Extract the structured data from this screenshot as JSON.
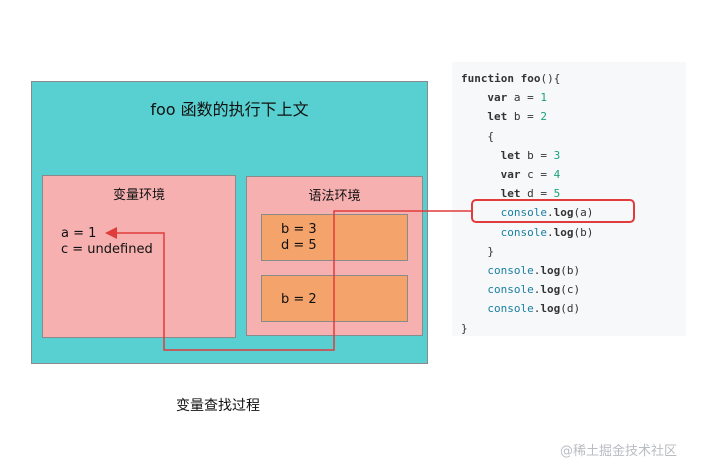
{
  "context": {
    "title": "foo 函数的执行下上文"
  },
  "variable_env": {
    "title": "变量环境",
    "lines": [
      "a = 1",
      "c = undefined"
    ]
  },
  "lexical_env": {
    "title": "语法环境",
    "blocks": [
      {
        "lines": [
          "b = 3",
          "d = 5"
        ]
      },
      {
        "lines": [
          "b = 2"
        ]
      }
    ]
  },
  "code": {
    "lines": [
      {
        "indent": 0,
        "parts": [
          {
            "t": "kw",
            "v": "function "
          },
          {
            "t": "kw",
            "v": "foo"
          },
          {
            "t": "plain",
            "v": "(){"
          }
        ]
      },
      {
        "indent": 2,
        "parts": [
          {
            "t": "kw",
            "v": "var "
          },
          {
            "t": "plain",
            "v": "a = "
          },
          {
            "t": "num",
            "v": "1"
          }
        ]
      },
      {
        "indent": 2,
        "parts": [
          {
            "t": "kw",
            "v": "let "
          },
          {
            "t": "plain",
            "v": "b = "
          },
          {
            "t": "num",
            "v": "2"
          }
        ]
      },
      {
        "indent": 2,
        "parts": [
          {
            "t": "plain",
            "v": "{"
          }
        ]
      },
      {
        "indent": 3,
        "parts": [
          {
            "t": "kw",
            "v": "let "
          },
          {
            "t": "plain",
            "v": "b = "
          },
          {
            "t": "num",
            "v": "3"
          }
        ]
      },
      {
        "indent": 3,
        "parts": [
          {
            "t": "kw",
            "v": "var "
          },
          {
            "t": "plain",
            "v": "c = "
          },
          {
            "t": "num",
            "v": "4"
          }
        ]
      },
      {
        "indent": 3,
        "parts": [
          {
            "t": "kw",
            "v": "let "
          },
          {
            "t": "plain",
            "v": "d = "
          },
          {
            "t": "num",
            "v": "5"
          }
        ]
      },
      {
        "indent": 3,
        "parts": [
          {
            "t": "fn",
            "v": "console"
          },
          {
            "t": "plain",
            "v": "."
          },
          {
            "t": "method",
            "v": "log"
          },
          {
            "t": "plain",
            "v": "(a)"
          }
        ]
      },
      {
        "indent": 3,
        "parts": [
          {
            "t": "fn",
            "v": "console"
          },
          {
            "t": "plain",
            "v": "."
          },
          {
            "t": "method",
            "v": "log"
          },
          {
            "t": "plain",
            "v": "(b)"
          }
        ]
      },
      {
        "indent": 2,
        "parts": [
          {
            "t": "plain",
            "v": "}"
          }
        ]
      },
      {
        "indent": 2,
        "parts": [
          {
            "t": "fn",
            "v": "console"
          },
          {
            "t": "plain",
            "v": "."
          },
          {
            "t": "method",
            "v": "log"
          },
          {
            "t": "plain",
            "v": "(b)"
          }
        ]
      },
      {
        "indent": 2,
        "parts": [
          {
            "t": "fn",
            "v": "console"
          },
          {
            "t": "plain",
            "v": "."
          },
          {
            "t": "method",
            "v": "log"
          },
          {
            "t": "plain",
            "v": "(c)"
          }
        ]
      },
      {
        "indent": 2,
        "parts": [
          {
            "t": "fn",
            "v": "console"
          },
          {
            "t": "plain",
            "v": "."
          },
          {
            "t": "method",
            "v": "log"
          },
          {
            "t": "plain",
            "v": "(d)"
          }
        ]
      },
      {
        "indent": 0,
        "parts": [
          {
            "t": "plain",
            "v": "}"
          }
        ]
      }
    ],
    "highlighted_line": 7
  },
  "caption": "变量查找过程",
  "watermark": "@稀土掘金技术社区",
  "colors": {
    "context_bg": "#58cfd0",
    "env_bg": "#f6b0b0",
    "block_bg": "#f4a46a",
    "arrow": "#e03c3c",
    "code_bg": "#f7f8fa"
  }
}
